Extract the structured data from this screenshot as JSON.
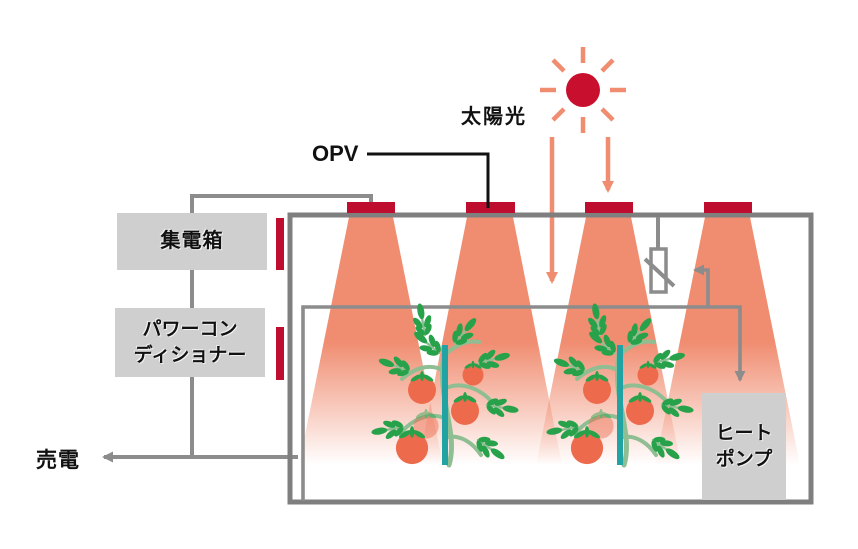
{
  "labels": {
    "sunlight": "太陽光",
    "opv": "OPV",
    "collector_box": "集電箱",
    "power_conditioner": [
      "パワーコン",
      "ディショナー"
    ],
    "sell_electricity": "売電",
    "heat_pump": [
      "ヒート",
      "ポンプ"
    ]
  },
  "diagram": {
    "roof_panel_count": 4,
    "wall_panel_count": 2,
    "light_cone_count": 4,
    "tomato_plant_count": 2
  },
  "colors": {
    "sun-red": "#C8102E",
    "panel-red": "#BE0D2E",
    "salmon": "#F08C70",
    "gray-line": "#8C8C8C",
    "wall-gray": "#7F7F7F",
    "box-gray": "#CFCFCF",
    "leaf-green": "#27A24A",
    "stem-green": "#8FBE93",
    "stake-teal": "#21A3A3",
    "tomato-red": "#EE6A4D",
    "text-black": "#111111"
  }
}
